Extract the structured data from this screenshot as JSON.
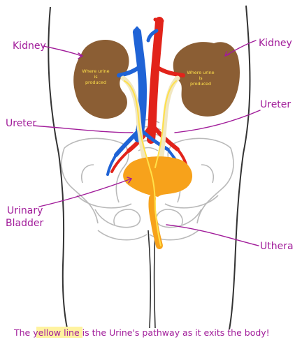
{
  "labels": {
    "kidney_left": "Kidney",
    "kidney_right": "Kidney",
    "ureter_left": "Ureter",
    "ureter_right": "Ureter",
    "bladder_line1": "Urinary",
    "bladder_line2": "Bladder",
    "urethra": "Uthera"
  },
  "kidney_text": {
    "left": {
      "line1": "Where urine",
      "line2": "is",
      "line3": "produced"
    },
    "right": {
      "line1": "Where urine",
      "line2": "is",
      "line3": "produced"
    }
  },
  "caption": {
    "part1": "The ",
    "highlight": "yellow line",
    "part2": " is the Urine's pathway as it exits the body!"
  },
  "colors": {
    "label": "#a11c9a",
    "kidney": "#8b5e34",
    "artery": "#e2231a",
    "vein": "#1f63d6",
    "bladder": "#f7a21b",
    "urine_path": "#ffe14a",
    "highlight": "#fff3a0",
    "outline": "#333333"
  }
}
